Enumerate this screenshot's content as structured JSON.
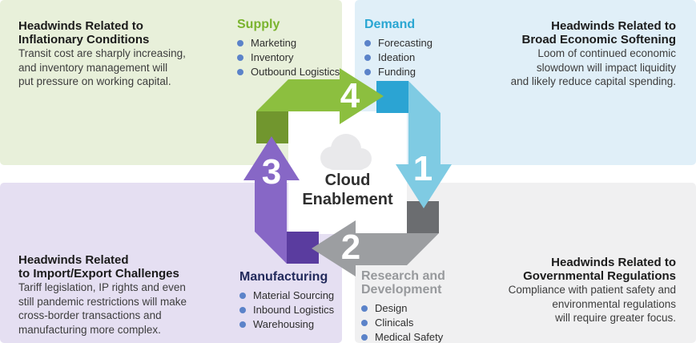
{
  "quadrants": {
    "top_left": {
      "heading": [
        "Headwinds Related to",
        "Inflationary Conditions"
      ],
      "body": [
        "Transit cost are sharply increasing,",
        "and inventory management will",
        "put pressure on working capital."
      ],
      "bg_color": "#e8f0da"
    },
    "top_right": {
      "heading": [
        "Headwinds Related to",
        "Broad Economic Softening"
      ],
      "body": [
        "Loom of continued economic",
        "slowdown will impact liquidity",
        "and likely reduce capital spending."
      ],
      "bg_color": "#e0eff8"
    },
    "bottom_left": {
      "heading": [
        "Headwinds Related",
        "to Import/Export Challenges"
      ],
      "body": [
        "Tariff legislation, IP rights and even",
        "still pandemic restrictions will make",
        "cross-border transactions and",
        "manufacturing more complex."
      ],
      "bg_color": "#e5dff2"
    },
    "bottom_right": {
      "heading": [
        "Headwinds Related to",
        "Governmental Regulations"
      ],
      "body": [
        "Compliance with patient safety and",
        "environmental regulations",
        "will require greater focus."
      ],
      "bg_color": "#f0f0f1"
    }
  },
  "categories": {
    "supply": {
      "title": "Supply",
      "title_color": "#7ab42e",
      "items": [
        "Marketing",
        "Inventory",
        "Outbound Logistics"
      ]
    },
    "demand": {
      "title": "Demand",
      "title_color": "#2aa6d2",
      "items": [
        "Forecasting",
        "Ideation",
        "Funding"
      ]
    },
    "manufacturing": {
      "title": "Manufacturing",
      "title_color": "#222a5c",
      "items": [
        "Material Sourcing",
        "Inbound Logistics",
        "Warehousing"
      ]
    },
    "research_development": {
      "title_lines": [
        "Research and",
        "Development"
      ],
      "title_color": "#97999c",
      "items": [
        "Design",
        "Clinicals",
        "Medical Safety"
      ]
    }
  },
  "cycle": {
    "center_label": [
      "Cloud",
      "Enablement"
    ],
    "steps": [
      {
        "number": "4",
        "category": "Supply",
        "arrow_color": "#8cbf3f",
        "fold_color": "#71962e",
        "position": "top",
        "direction": "right"
      },
      {
        "number": "1",
        "category": "Demand",
        "arrow_color": "#7fcbe3",
        "fold_color": "#2ba4d3",
        "position": "right",
        "direction": "down"
      },
      {
        "number": "2",
        "category": "Research and Development",
        "arrow_color": "#9c9ea1",
        "fold_color": "#6b6d70",
        "position": "bottom",
        "direction": "left"
      },
      {
        "number": "3",
        "category": "Manufacturing",
        "arrow_color": "#8767c6",
        "fold_color": "#5a3c9f",
        "position": "left",
        "direction": "up"
      }
    ],
    "bullet_color": "#5b83c9",
    "cloud_color": "#e9e9eb"
  }
}
